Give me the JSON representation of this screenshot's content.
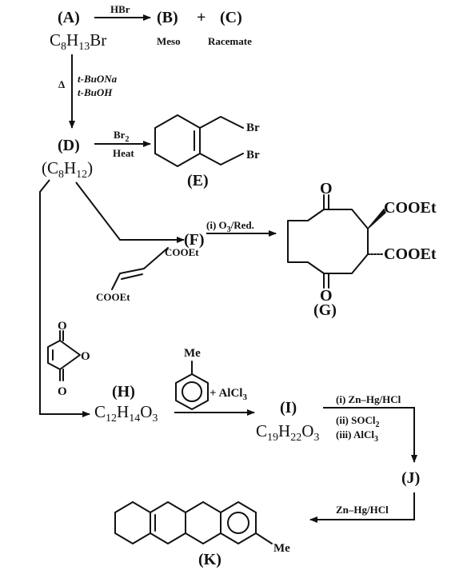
{
  "compounds": {
    "A": {
      "label": "(A)",
      "formula_main": "C",
      "formula_parts": [
        "8",
        "H",
        "13",
        "Br"
      ]
    },
    "B": {
      "label": "(B)",
      "note": "Meso"
    },
    "plus1": "+",
    "C": {
      "label": "(C)",
      "note": "Racemate"
    },
    "D": {
      "label": "(D)",
      "formula_open": "(C",
      "formula_parts": [
        "8",
        "H",
        "12",
        ")"
      ]
    },
    "E": {
      "label": "(E)",
      "sub1": "Br",
      "sub2": "Br"
    },
    "F": {
      "label": "(F)"
    },
    "G": {
      "label": "(G)",
      "oxo1": "O",
      "oxo2": "O",
      "ester1": "COOEt",
      "ester2": "COOEt"
    },
    "H": {
      "label": "(H)",
      "formula": [
        "C",
        "12",
        "H",
        "14",
        "O",
        "3"
      ]
    },
    "I": {
      "label": "(I)",
      "formula": [
        "C",
        "19",
        "H",
        "22",
        "O",
        "3"
      ]
    },
    "J": {
      "label": "(J)"
    },
    "K": {
      "label": "(K)",
      "sub": "Me"
    }
  },
  "reagents": {
    "a_to_bc": "HBr",
    "a_to_d": {
      "symbol": "Δ",
      "line1": "t-BuONa",
      "line2": "t-BuOH"
    },
    "d_to_e": {
      "line1_main": "Br",
      "line1_sub": "2",
      "line2": "Heat"
    },
    "f_to_g": {
      "text": "(i) O",
      "sub": "3",
      "tail": "/Red."
    },
    "dienophile": {
      "ester_top": "COOEt",
      "ester_bottom": "COOEt"
    },
    "anhydride": {
      "o_top": "O",
      "o_ring": "O",
      "o_bottom": "O"
    },
    "toluene": {
      "me": "Me",
      "plus": "+ AlCl",
      "plus_sub": "3"
    },
    "i_to_j": {
      "step1": "(i) Zn–Hg/HCl",
      "step2_main": "(ii) SOCl",
      "step2_sub": "2",
      "step3_main": "(iii) AlCl",
      "step3_sub": "3"
    },
    "j_to_k": "Zn–Hg/HCl"
  }
}
